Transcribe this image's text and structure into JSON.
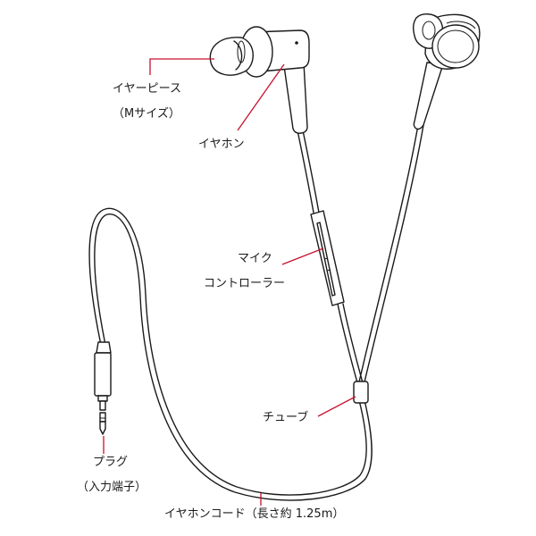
{
  "labels": {
    "ear_piece": "イヤーピース",
    "ear_piece_size": "（Mサイズ）",
    "earphone": "イヤホン",
    "mic_line1": "マイク",
    "mic_line2": "コントローラー",
    "tube": "チューブ",
    "plug_line1": "プラグ",
    "plug_line2": "（入力端子）",
    "cord": "イヤホンコード（長さ約 1.25m）"
  },
  "colors": {
    "leader_line": "#c8102e",
    "outline": "#1a1a1a",
    "background": "#ffffff"
  }
}
